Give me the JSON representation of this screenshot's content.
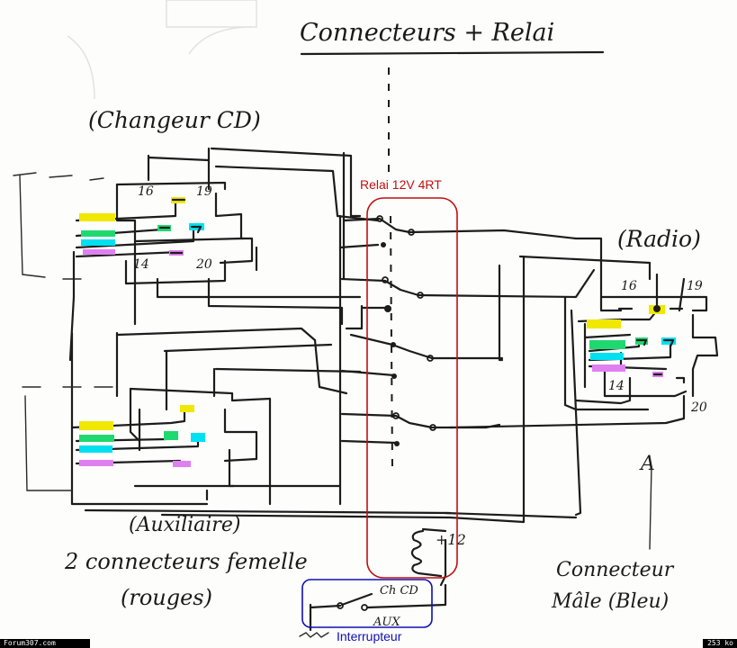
{
  "title": "Connecteurs + Relai",
  "colors": {
    "ink": "#1c1c1c",
    "relay_outline": "#c01010",
    "switch_outline": "#1010b0",
    "yellow": "#f0e800",
    "green": "#20d870",
    "cyan": "#00e0f0",
    "magenta": "#e080f0"
  },
  "connectors": {
    "changer": {
      "label": "(Changeur CD)",
      "pins": {
        "top_left": "16",
        "top_right": "19",
        "bottom_left": "14",
        "bottom_right": "20"
      },
      "wire_colors": [
        "yellow",
        "green",
        "cyan",
        "magenta"
      ]
    },
    "auxiliary": {
      "label": "(Auxiliaire)",
      "wire_colors": [
        "yellow",
        "green",
        "cyan",
        "magenta"
      ]
    },
    "radio": {
      "label": "(Radio)",
      "pins": {
        "top_left": "16",
        "top_right": "19",
        "bottom_left": "14",
        "bottom_right": "20"
      },
      "wire_colors": [
        "yellow",
        "green",
        "cyan",
        "magenta"
      ]
    }
  },
  "relay": {
    "label": "Relai 12V 4RT",
    "coil_label": "+12",
    "contacts": 4
  },
  "switch": {
    "label": "Interrupteur",
    "position_top": "Ch CD",
    "position_bottom": "AUX"
  },
  "notes": {
    "female_connectors_line1": "2 connecteurs femelle",
    "female_connectors_line2": "(rouges)",
    "male_connector_line1": "Connecteur",
    "male_connector_line2": "Mâle (Bleu)",
    "arrow_letter": "A"
  },
  "footer": {
    "site": "Forum307.com",
    "size": "253 ko"
  }
}
